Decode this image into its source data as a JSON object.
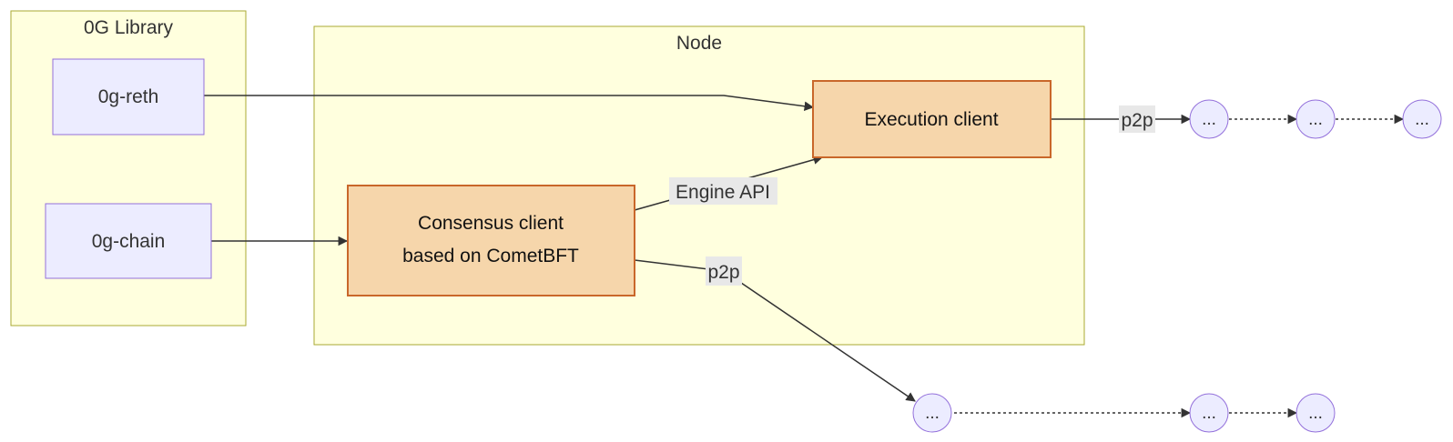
{
  "diagram": {
    "groups": {
      "library": {
        "label": "0G Library"
      },
      "node": {
        "label": "Node"
      }
    },
    "nodes": {
      "reth": {
        "label": "0g-reth"
      },
      "chain": {
        "label": "0g-chain"
      },
      "execution": {
        "label": "Execution client"
      },
      "consensus": {
        "line1": "Consensus client",
        "line2": "based on CometBFT"
      }
    },
    "edges": {
      "engine_api": {
        "label": "Engine API"
      },
      "p2p_execution": {
        "label": "p2p"
      },
      "p2p_consensus": {
        "label": "p2p"
      }
    },
    "peers": {
      "exec_1": {
        "label": "..."
      },
      "exec_2": {
        "label": "..."
      },
      "exec_3": {
        "label": "..."
      },
      "cons_1": {
        "label": "..."
      },
      "cons_2": {
        "label": "..."
      },
      "cons_3": {
        "label": "..."
      }
    }
  },
  "colors": {
    "group_fill": "#ffffde",
    "group_stroke": "#aaaa33",
    "node_fill": "#ececff",
    "node_stroke": "#9370db",
    "client_fill": "#f6d6ab",
    "client_stroke": "#c9672a",
    "edge": "#333333",
    "label_bg": "#e8e8e8"
  }
}
